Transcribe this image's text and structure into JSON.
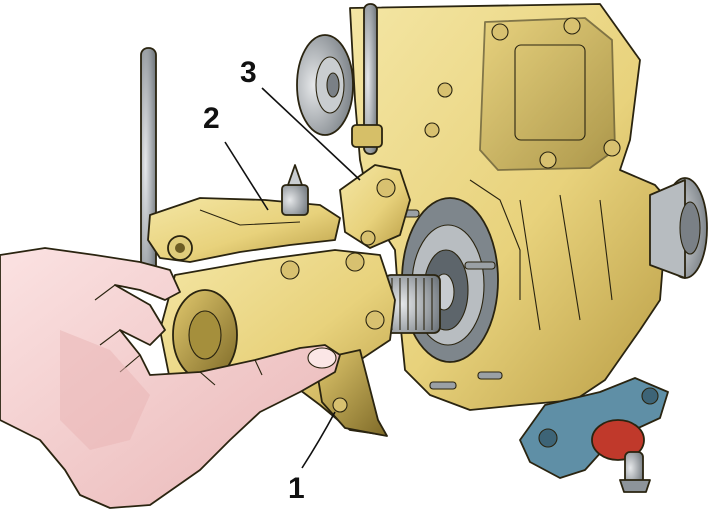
{
  "colors": {
    "casting": "#ecd98a",
    "casting_shade": "#c9b25a",
    "casting_dark": "#8f7a30",
    "steel": "#9da3a8",
    "steel_dark": "#5a6066",
    "mount_blue": "#5f8fa6",
    "mount_red": "#c0392b",
    "skin": "#f6d3d3",
    "skin_shade": "#e5b0b0",
    "outline": "#2a2410"
  },
  "callouts": [
    {
      "id": "1",
      "label": "1"
    },
    {
      "id": "2",
      "label": "2"
    },
    {
      "id": "3",
      "label": "3"
    }
  ]
}
